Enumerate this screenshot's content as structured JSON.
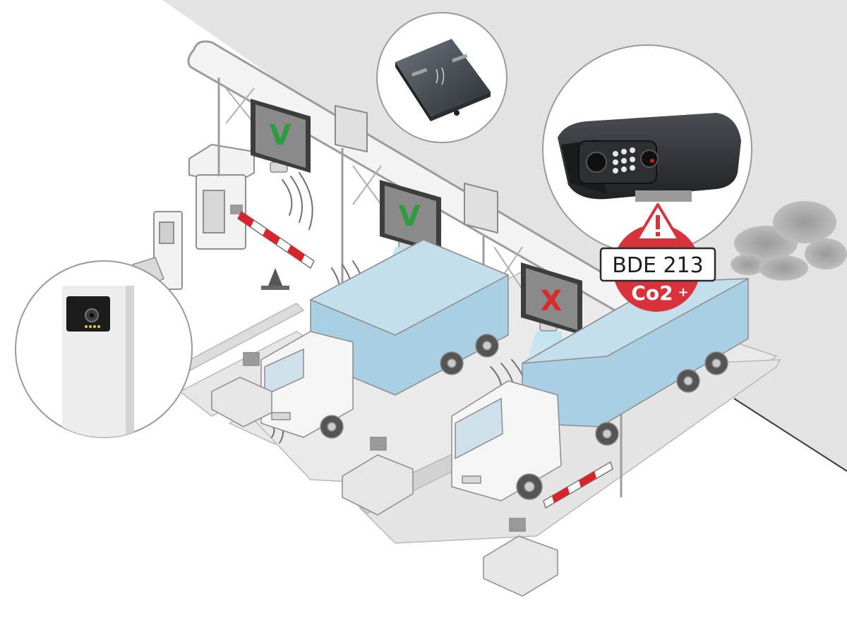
{
  "plate": {
    "number": "BDE 213"
  },
  "alert": {
    "label": "Co2",
    "suffix": "+",
    "icon": "warning-icon"
  },
  "signs": [
    {
      "id": "sign-1",
      "symbol": "V",
      "status": "pass"
    },
    {
      "id": "sign-2",
      "symbol": "V",
      "status": "pass"
    },
    {
      "id": "sign-3",
      "symbol": "X",
      "status": "fail"
    }
  ],
  "insets": [
    "rfid-reader",
    "anpr-camera",
    "kiosk-camera"
  ],
  "colors": {
    "pass": "#2e9b3c",
    "fail": "#d92b2b",
    "alert_badge": "#d8323c",
    "truck_cargo": "#a9cfe2",
    "background_wall": "#e3e3e3",
    "barrier_red": "#d6262c"
  }
}
